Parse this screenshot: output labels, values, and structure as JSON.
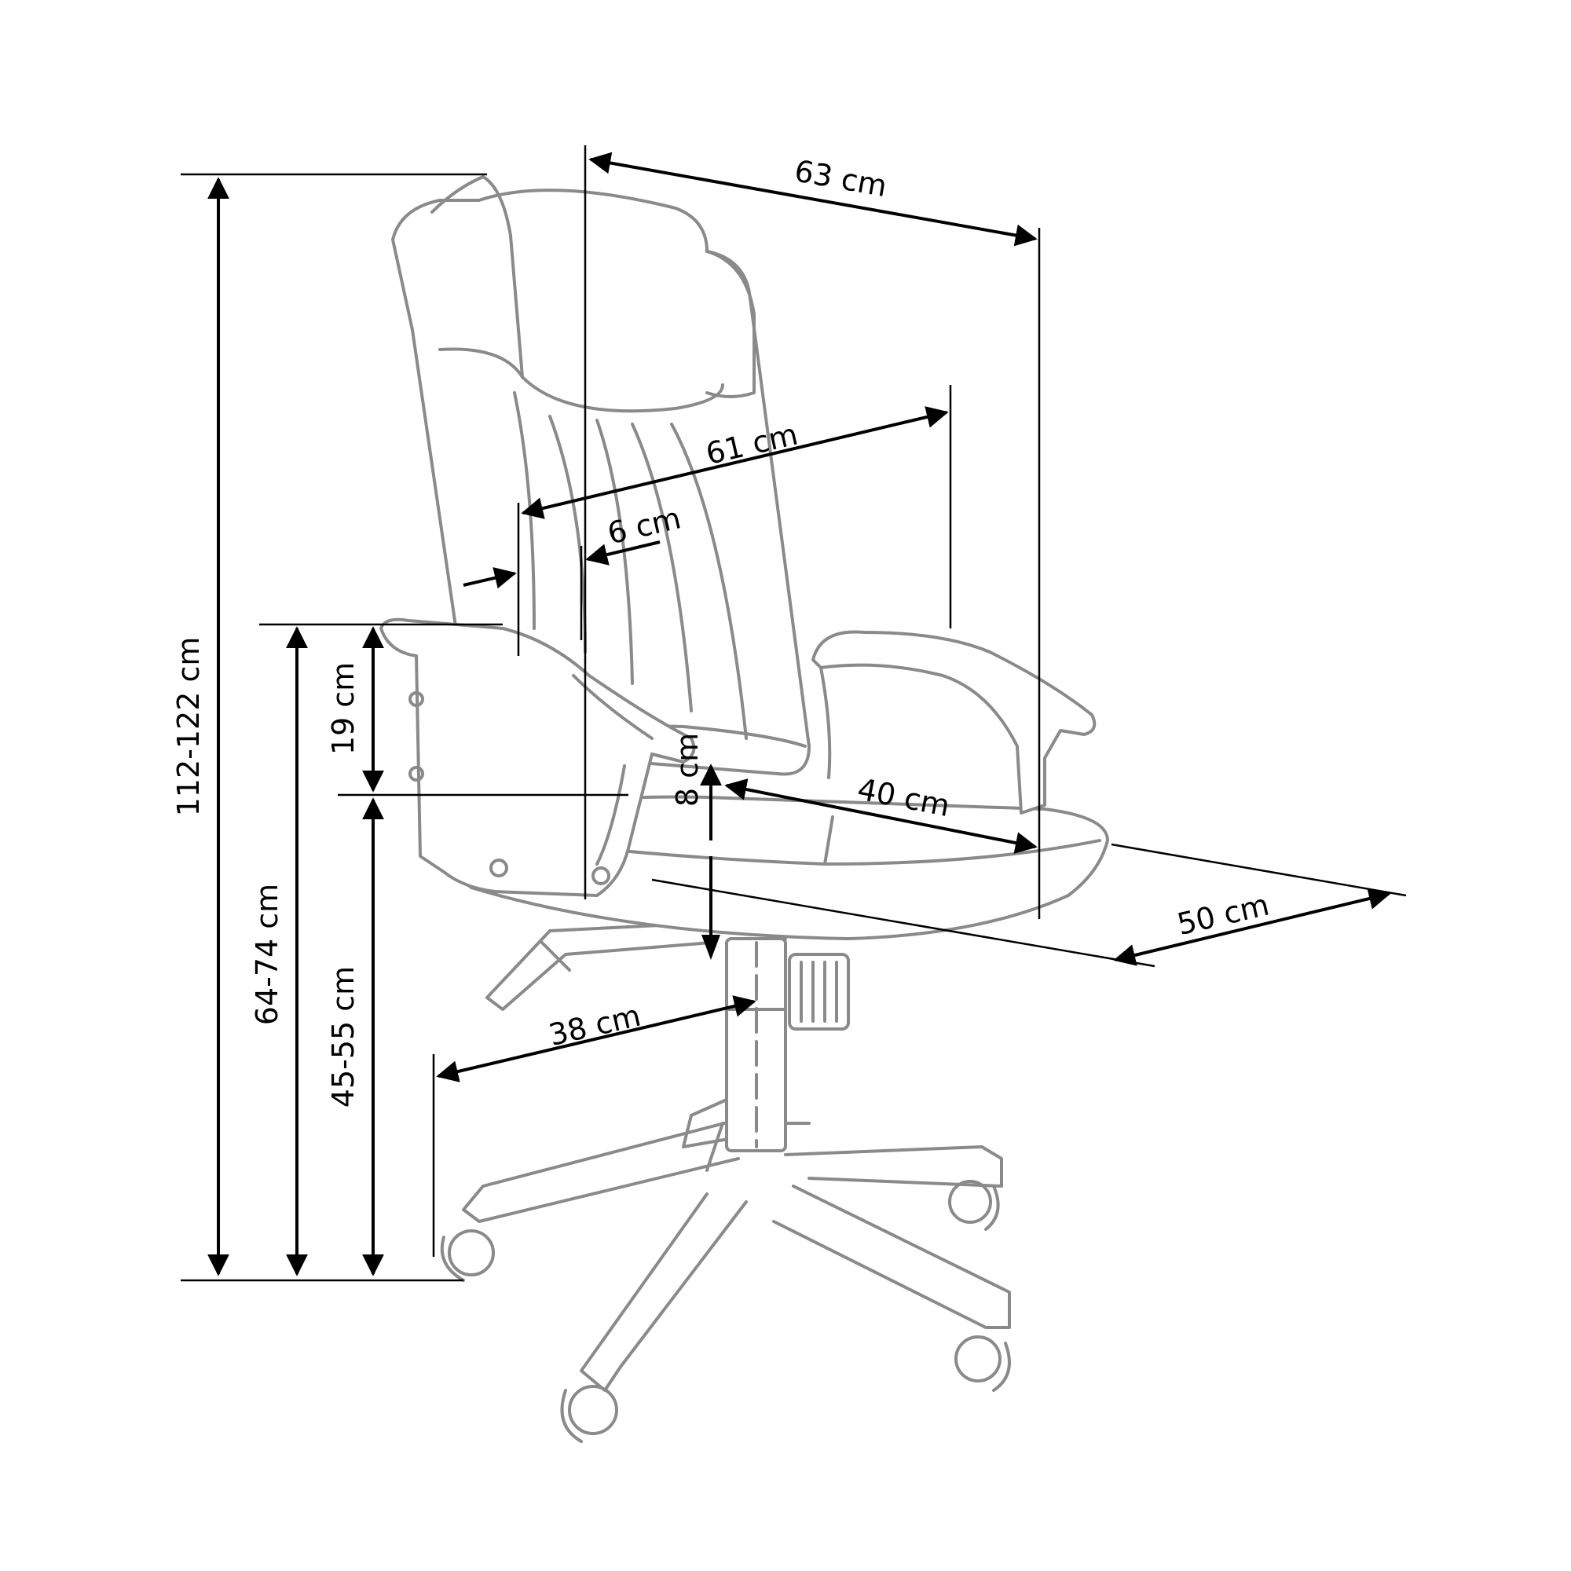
{
  "dimensions": {
    "total_height": "112-122 cm",
    "armrest_height": "64-74 cm",
    "seat_height": "45-55 cm",
    "armrest_above_seat": "19 cm",
    "seat_thickness": "8 cm",
    "overall_width": "63 cm",
    "backrest_width": "61 cm",
    "side_panel": "6 cm",
    "seat_depth_inner": "40 cm",
    "seat_depth": "50 cm",
    "base_radius": "38 cm"
  },
  "colors": {
    "line_art": "#8a8a8a",
    "dimension_lines": "#000000",
    "background": "#ffffff"
  }
}
